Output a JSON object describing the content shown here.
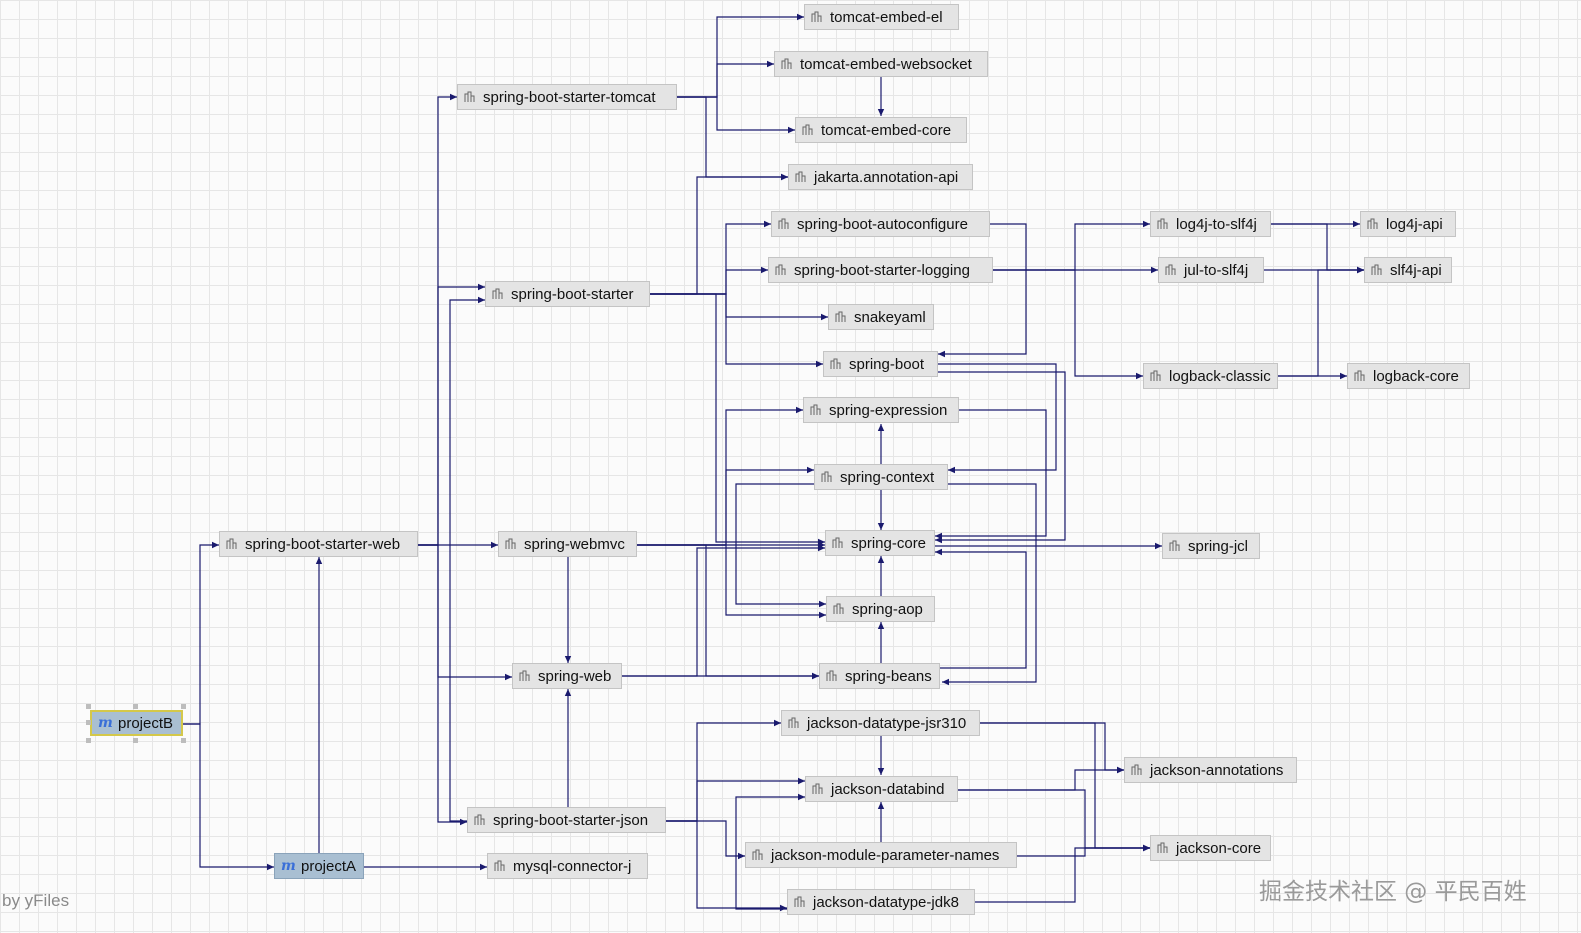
{
  "nodes": {
    "projectB": "projectB",
    "projectA": "projectA",
    "spring_boot_starter_web": "spring-boot-starter-web",
    "spring_boot_starter_tomcat": "spring-boot-starter-tomcat",
    "spring_boot_starter": "spring-boot-starter",
    "spring_webmvc": "spring-webmvc",
    "spring_web": "spring-web",
    "spring_boot_starter_json": "spring-boot-starter-json",
    "mysql_connector_j": "mysql-connector-j",
    "tomcat_embed_el": "tomcat-embed-el",
    "tomcat_embed_websocket": "tomcat-embed-websocket",
    "tomcat_embed_core": "tomcat-embed-core",
    "jakarta_annotation_api": "jakarta.annotation-api",
    "spring_boot_autoconfigure": "spring-boot-autoconfigure",
    "spring_boot_starter_logging": "spring-boot-starter-logging",
    "snakeyaml": "snakeyaml",
    "spring_boot": "spring-boot",
    "spring_expression": "spring-expression",
    "spring_context": "spring-context",
    "spring_core": "spring-core",
    "spring_aop": "spring-aop",
    "spring_beans": "spring-beans",
    "jackson_datatype_jsr310": "jackson-datatype-jsr310",
    "jackson_databind": "jackson-databind",
    "jackson_module_parameter_names": "jackson-module-parameter-names",
    "jackson_datatype_jdk8": "jackson-datatype-jdk8",
    "log4j_to_slf4j": "log4j-to-slf4j",
    "jul_to_slf4j": "jul-to-slf4j",
    "logback_classic": "logback-classic",
    "spring_jcl": "spring-jcl",
    "jackson_annotations": "jackson-annotations",
    "jackson_core": "jackson-core",
    "log4j_api": "log4j-api",
    "slf4j_api": "slf4j-api",
    "logback_core": "logback-core"
  },
  "icons": {
    "module": "maven-module-icon",
    "library": "library-icon"
  },
  "colors": {
    "edge": "#1a1a6e",
    "node_fill": "#e4e4e4",
    "module_fill": "#a9bfd2",
    "selection": "#d4c84a"
  },
  "watermarks": {
    "left": "by yFiles",
    "right": "掘金技术社区 @ 平民百姓"
  }
}
